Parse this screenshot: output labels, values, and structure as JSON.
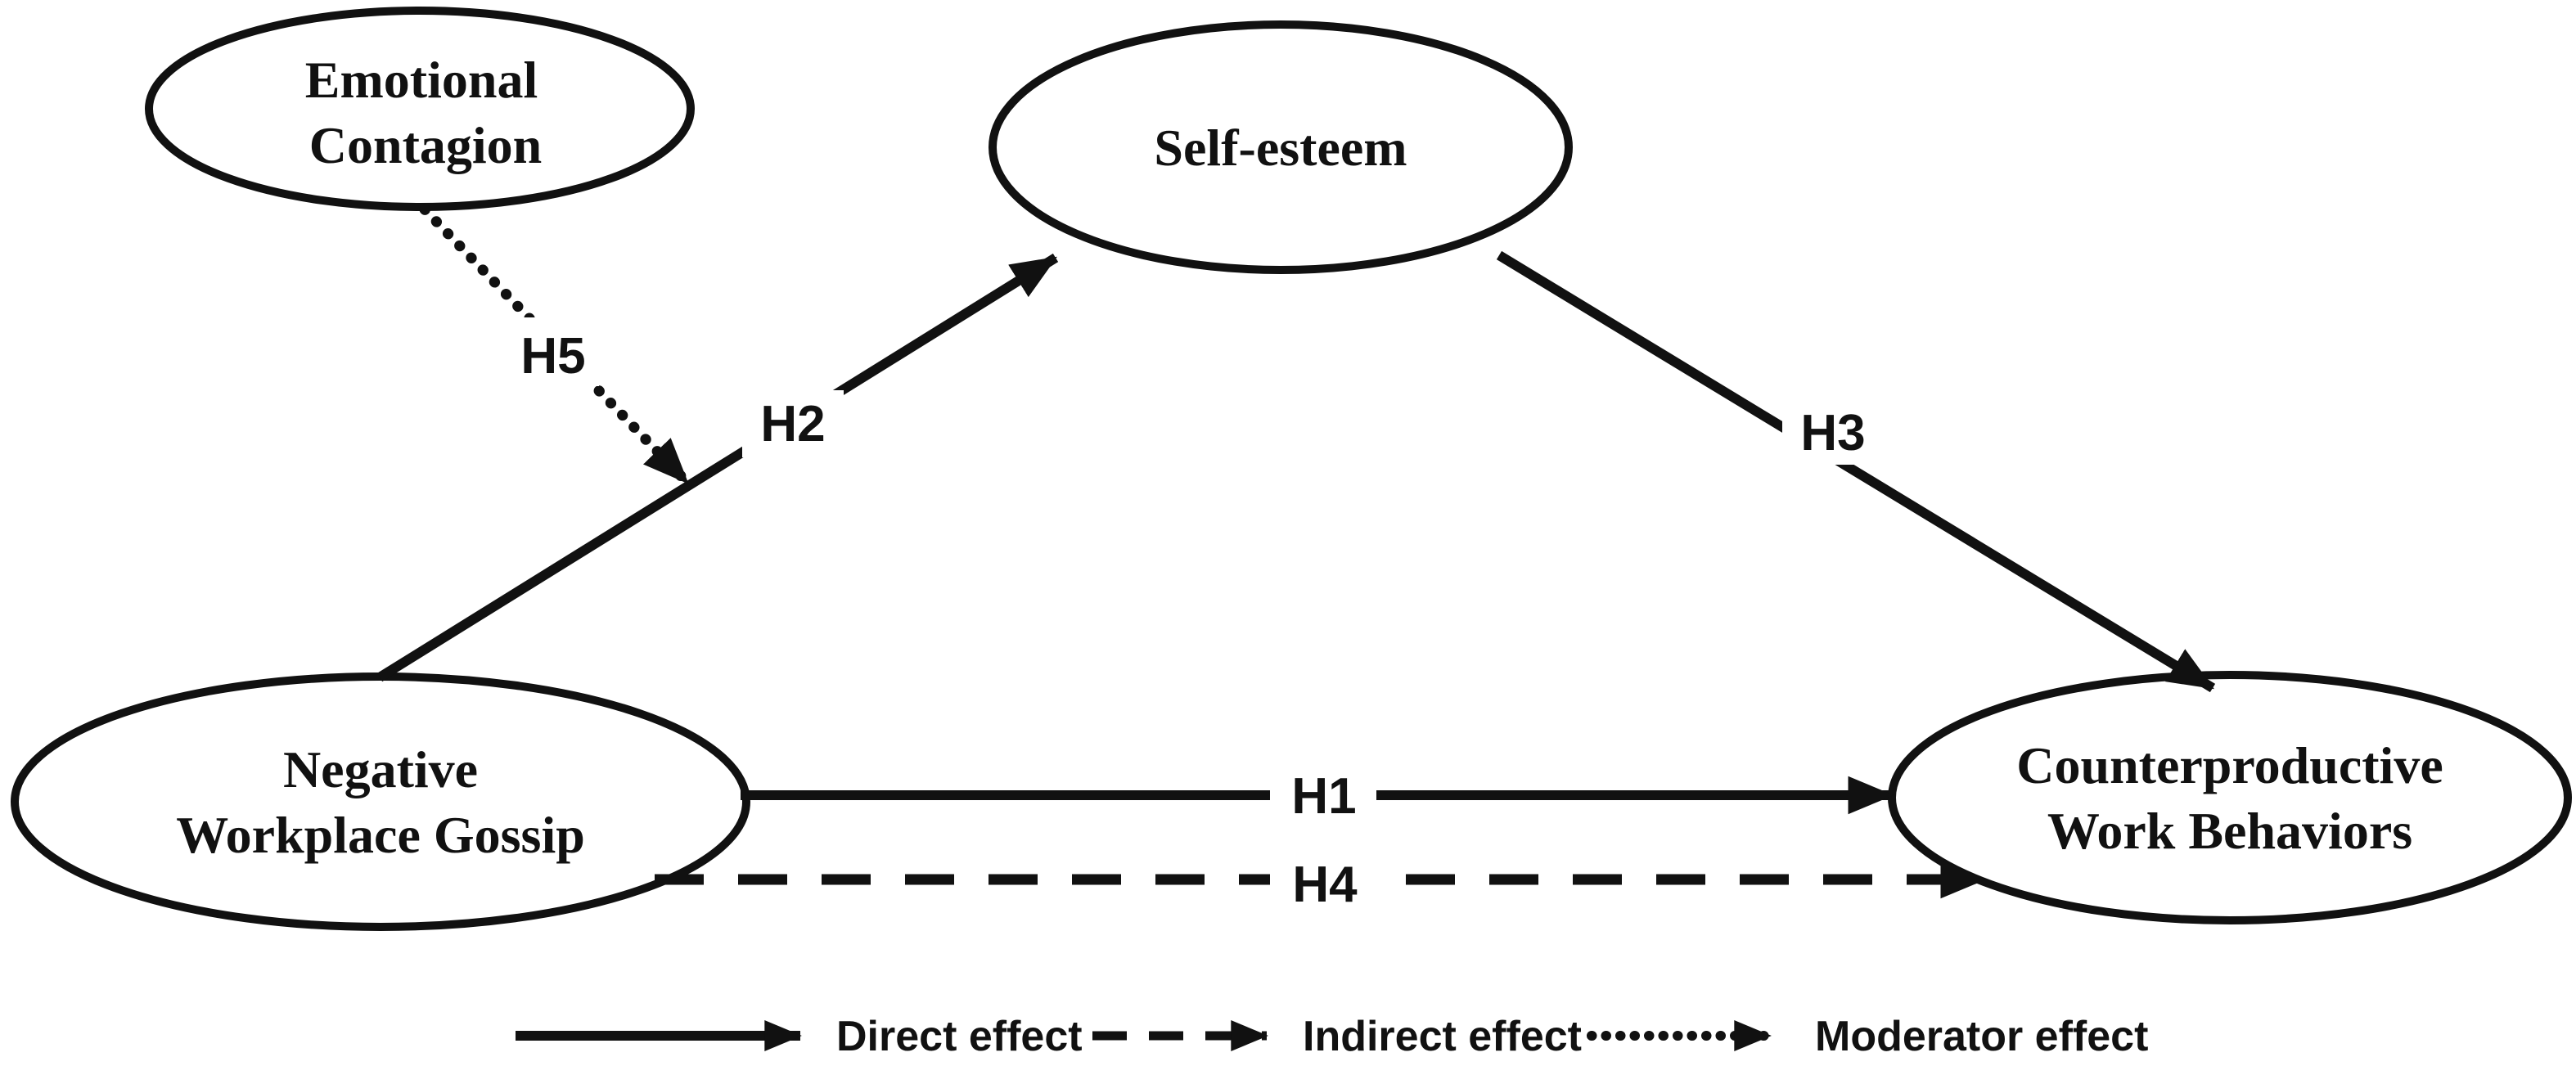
{
  "figure": {
    "background": "#ffffff",
    "ink_color": "#111111",
    "nodes": {
      "emotional_contagion": {
        "line1": "Emotional",
        "line2": "Contagion"
      },
      "self_esteem": {
        "line1": "Self-esteem"
      },
      "negative_workplace_gossip": {
        "line1": "Negative",
        "line2": "Workplace Gossip"
      },
      "counterproductive_work_behaviors": {
        "line1": "Counterproductive",
        "line2": "Work Behaviors"
      }
    },
    "edges": {
      "h1": {
        "label": "H1",
        "style": "solid",
        "meaning": "Direct effect",
        "from": "Negative Workplace Gossip",
        "to": "Counterproductive Work Behaviors"
      },
      "h2": {
        "label": "H2",
        "style": "solid",
        "meaning": "Direct effect",
        "from": "Negative Workplace Gossip",
        "to": "Self-esteem"
      },
      "h3": {
        "label": "H3",
        "style": "solid",
        "meaning": "Direct effect",
        "from": "Self-esteem",
        "to": "Counterproductive Work Behaviors"
      },
      "h4": {
        "label": "H4",
        "style": "dashed",
        "meaning": "Indirect effect",
        "from": "Negative Workplace Gossip",
        "to": "Counterproductive Work Behaviors"
      },
      "h5": {
        "label": "H5",
        "style": "dotted",
        "meaning": "Moderator effect",
        "from": "Emotional Contagion",
        "to": "H2 path (Negative Workplace Gossip to Self-esteem)"
      }
    },
    "legend": [
      {
        "style": "solid",
        "label": "Direct effect"
      },
      {
        "style": "dashed",
        "label": "Indirect effect"
      },
      {
        "style": "dotted",
        "label": "Moderator effect"
      }
    ]
  }
}
